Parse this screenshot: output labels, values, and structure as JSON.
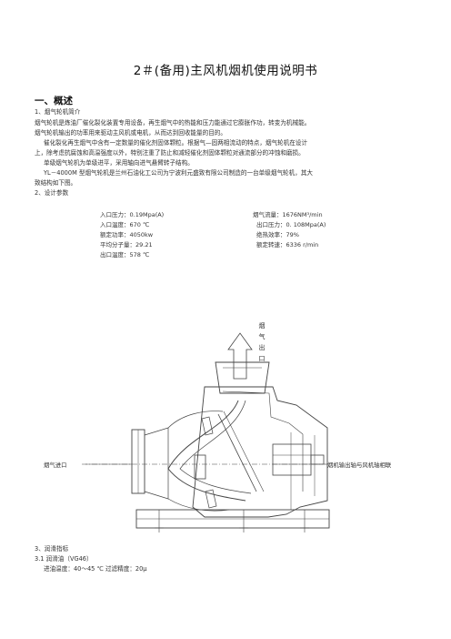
{
  "title": "2＃(备用)主风机烟机使用说明书",
  "section1": {
    "heading": "一、概述",
    "sub1": "1、烟气轮机简介",
    "para1_l1": "烟气轮机是炼油厂催化裂化装置专用设备，再生烟气中的热能和压力能通过它膨胀作功，转变为机械能。",
    "para1_l2": "烟气轮机输出的功率用来驱动主风机或电机，从而达到回收能量的目的。",
    "para2_l1": "催化裂化再生烟气中含有一定数量的催化剂固体颗粒。根据气—固两相流动的特点，烟气轮机在设计",
    "para2_l2": "上，除考虑抗腐蚀和高温强度以外，特别注重了防止和减轻催化剂固体颗粒对通流部分的冲蚀和磨损。",
    "para3": "单级烟气轮机为单级进平，采用轴向进气悬臂转子结构。",
    "para4_l1": "YL－4000M 型烟气轮机是兰州石油化工公司为宁波利元盛致有限公司制造的一台单级烟气轮机，其大",
    "para4_l2": "致结构如下图。",
    "sub2": "2、设计参数"
  },
  "params": {
    "inlet_pressure": "入口压力：0.19Mpa(A)",
    "inlet_temp": "入口温度：670 ℃",
    "rated_power": "额定功率：4050kw",
    "avg_stage": "平均分子量：29.21",
    "outlet_temp": "出口温度：578 ℃",
    "flow": "烟气流量：1676NM³/min",
    "outlet_pressure": "出口压力：0. 108Mpa(A)",
    "efficiency": "绝热效率：79%",
    "speed": "额定转速：6336 r/min"
  },
  "diagram": {
    "outlet_label": "烟气出口",
    "inlet_label": "烟气进口",
    "shaft_label": "烟机输出轴与风机轴相联"
  },
  "section3": {
    "heading": "3、润滑指标",
    "sub": "3.1 润滑油（VG46）",
    "line": "进油温度：40～45 ℃    过滤精度：20μ"
  }
}
